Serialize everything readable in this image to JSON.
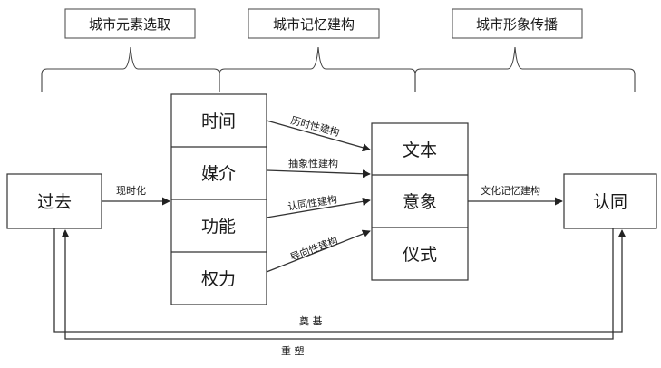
{
  "headers": {
    "selection": "城市元素选取",
    "construction": "城市记忆建构",
    "communication": "城市形象传播"
  },
  "nodes": {
    "past": "过去",
    "identity": "认同",
    "dimensions": [
      "时间",
      "媒介",
      "功能",
      "权力"
    ],
    "forms": [
      "文本",
      "意象",
      "仪式"
    ]
  },
  "edge_labels": {
    "modernize": "现时化",
    "historical": "历时性建构",
    "abstract": "抽象性建构",
    "identification": "认同性建构",
    "guidance": "导向性建构",
    "cultural_memory": "文化记忆建构"
  },
  "feedback": {
    "foundation": "奠    基",
    "reshape": "重    塑"
  }
}
